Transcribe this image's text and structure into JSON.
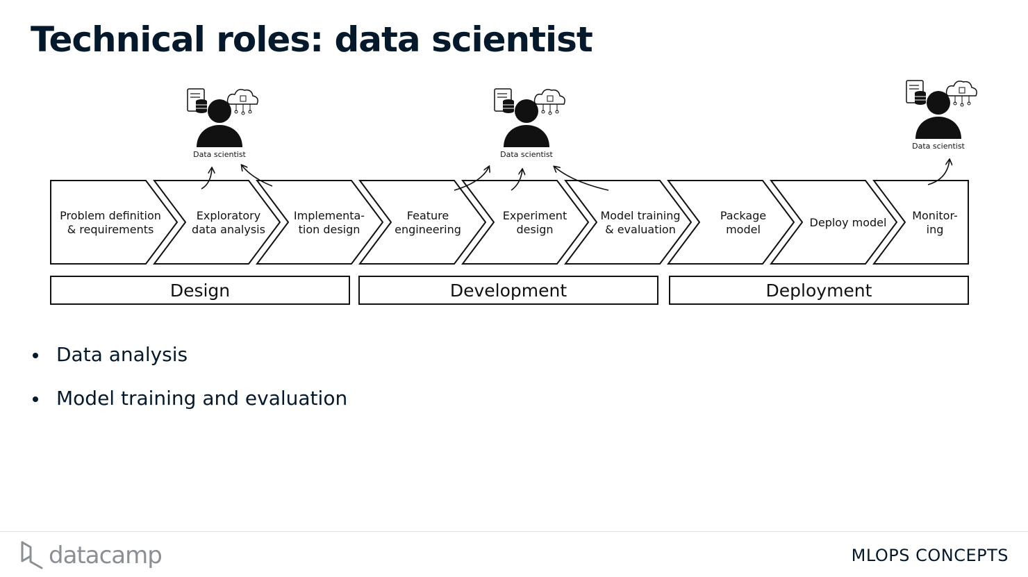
{
  "title": "Technical roles: data scientist",
  "diagram": {
    "steps": [
      {
        "line1": "Problem definition",
        "line2": "& requirements"
      },
      {
        "line1": "Exploratory",
        "line2": "data analysis"
      },
      {
        "line1": "Implementa-",
        "line2": "tion design"
      },
      {
        "line1": "Feature",
        "line2": "engineering"
      },
      {
        "line1": "Experiment",
        "line2": "design"
      },
      {
        "line1": "Model training",
        "line2": "& evaluation"
      },
      {
        "line1": "Package",
        "line2": "model"
      },
      {
        "line1": "Deploy model",
        "line2": ""
      },
      {
        "line1": "Monitor-",
        "line2": "ing"
      }
    ],
    "phases": [
      "Design",
      "Development",
      "Deployment"
    ],
    "roles": [
      "Data scientist",
      "Data scientist",
      "Data scientist"
    ]
  },
  "bullets": [
    "Data analysis",
    "Model training and evaluation"
  ],
  "footer": {
    "brand": "datacamp",
    "course": "MLOPS CONCEPTS"
  }
}
